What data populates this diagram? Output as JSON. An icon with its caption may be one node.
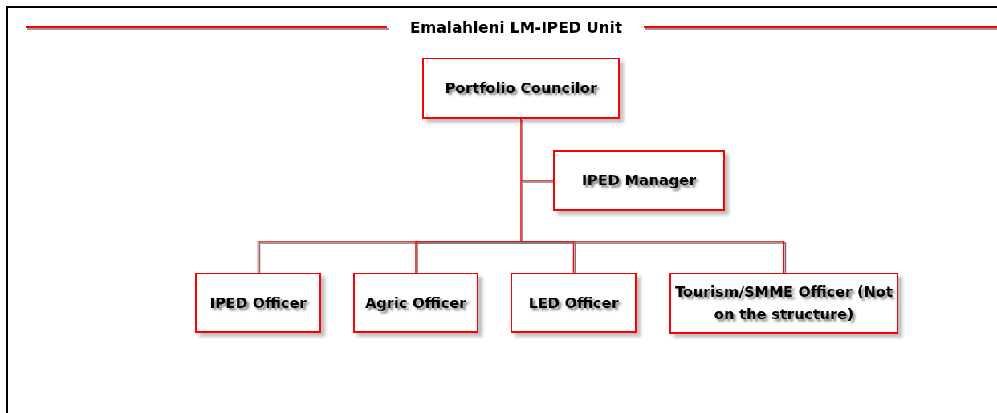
{
  "diagram": {
    "title": "Emalahleni LM-IPED Unit",
    "nodes": [
      {
        "text": [
          "Portfolio Councilor"
        ]
      },
      {
        "text": [
          "IPED Manager"
        ]
      },
      {
        "text": [
          "IPED Officer"
        ]
      },
      {
        "text": [
          "Agric Officer"
        ]
      },
      {
        "text": [
          "LED Officer"
        ]
      },
      {
        "text": [
          "Tourism/SMME Officer (Not on the structure)"
        ]
      }
    ],
    "edges": [
      {
        "from": 0,
        "to": 1,
        "arrow": "none"
      },
      {
        "from": 0,
        "to": 2,
        "arrow": "none"
      },
      {
        "from": 0,
        "to": 3,
        "arrow": "none"
      },
      {
        "from": 0,
        "to": 4,
        "arrow": "none"
      },
      {
        "from": 0,
        "to": 5,
        "arrow": "none"
      }
    ]
  }
}
